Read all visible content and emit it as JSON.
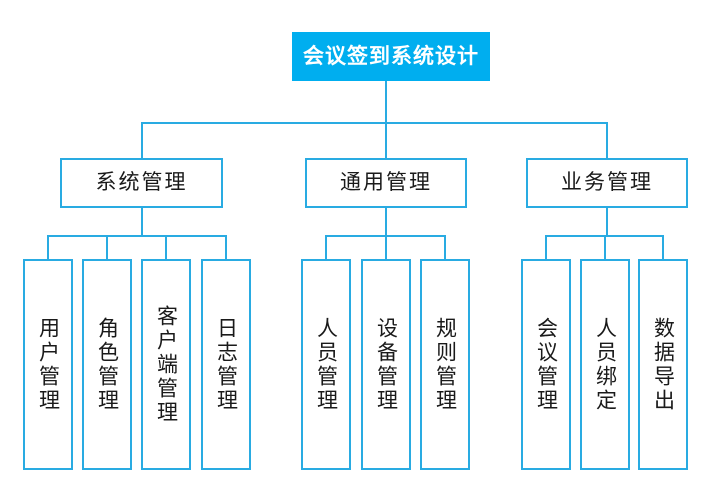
{
  "diagram": {
    "title": "会议签到系统设计",
    "root": {
      "label": "会议签到系统设计"
    },
    "groups": [
      {
        "parent": {
          "label": "系统管理"
        },
        "children": [
          {
            "label": "用户管理"
          },
          {
            "label": "角色管理"
          },
          {
            "label": "客户端管理"
          },
          {
            "label": "日志管理"
          }
        ]
      },
      {
        "parent": {
          "label": "通用管理"
        },
        "children": [
          {
            "label": "人员管理"
          },
          {
            "label": "设备管理"
          },
          {
            "label": "规则管理"
          }
        ]
      },
      {
        "parent": {
          "label": "业务管理"
        },
        "children": [
          {
            "label": "会议管理"
          },
          {
            "label": "人员绑定"
          },
          {
            "label": "数据导出"
          }
        ]
      }
    ],
    "colors": {
      "accent": "#00AEEF",
      "line": "#29ABE2",
      "root_text": "#FFFFFF",
      "node_text": "#1A1A1A",
      "background": "#FFFFFF"
    }
  }
}
